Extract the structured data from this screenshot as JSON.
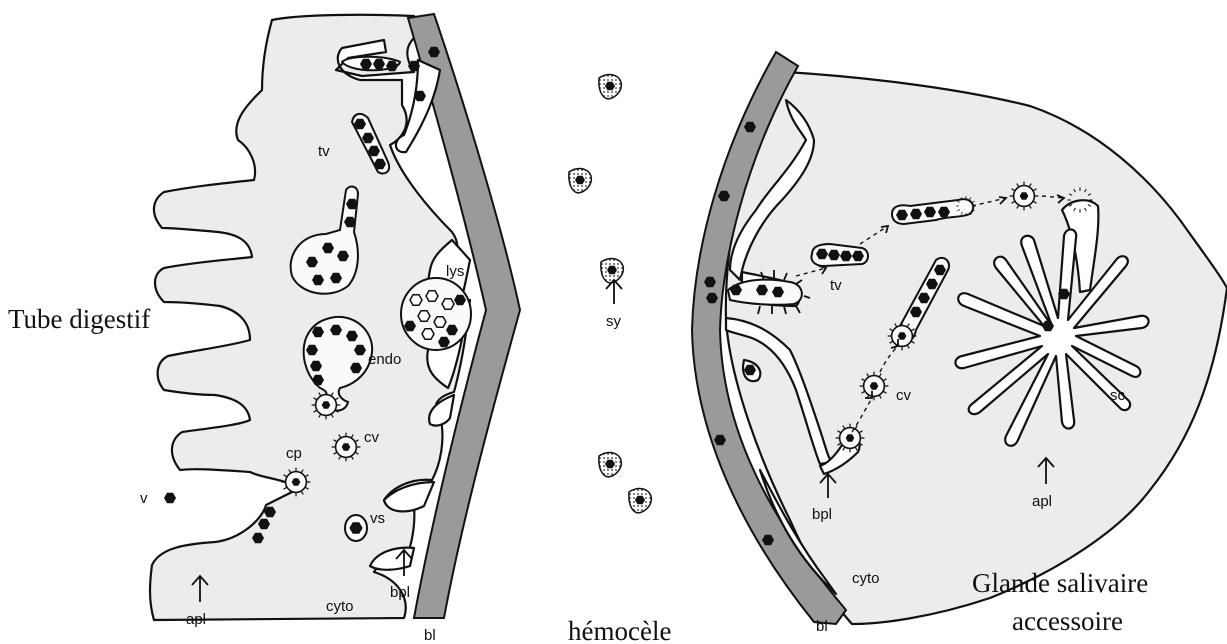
{
  "regions": {
    "gut": "Tube digestif",
    "hemocoel": "hémocèle",
    "gland_line1": "Glande salivaire",
    "gland_line2": "accessoire"
  },
  "gut_labels": {
    "tv": "tv",
    "lys": "lys",
    "endo": "endo",
    "cp": "cp",
    "cv": "cv",
    "v": "v",
    "vs": "vs",
    "apl": "apl",
    "cyto": "cyto",
    "bpl": "bpl",
    "bl": "bl"
  },
  "hemocoel_labels": {
    "sy": "sy"
  },
  "gland_labels": {
    "tv": "tv",
    "cv": "cv",
    "bpl": "bpl",
    "sc": "sc",
    "apl": "apl",
    "cyto": "cyto",
    "bl": "bl"
  },
  "colors": {
    "cytoplasm": "#ececec",
    "basal_lamina": "#9a9a9a",
    "virus": "#111111"
  }
}
